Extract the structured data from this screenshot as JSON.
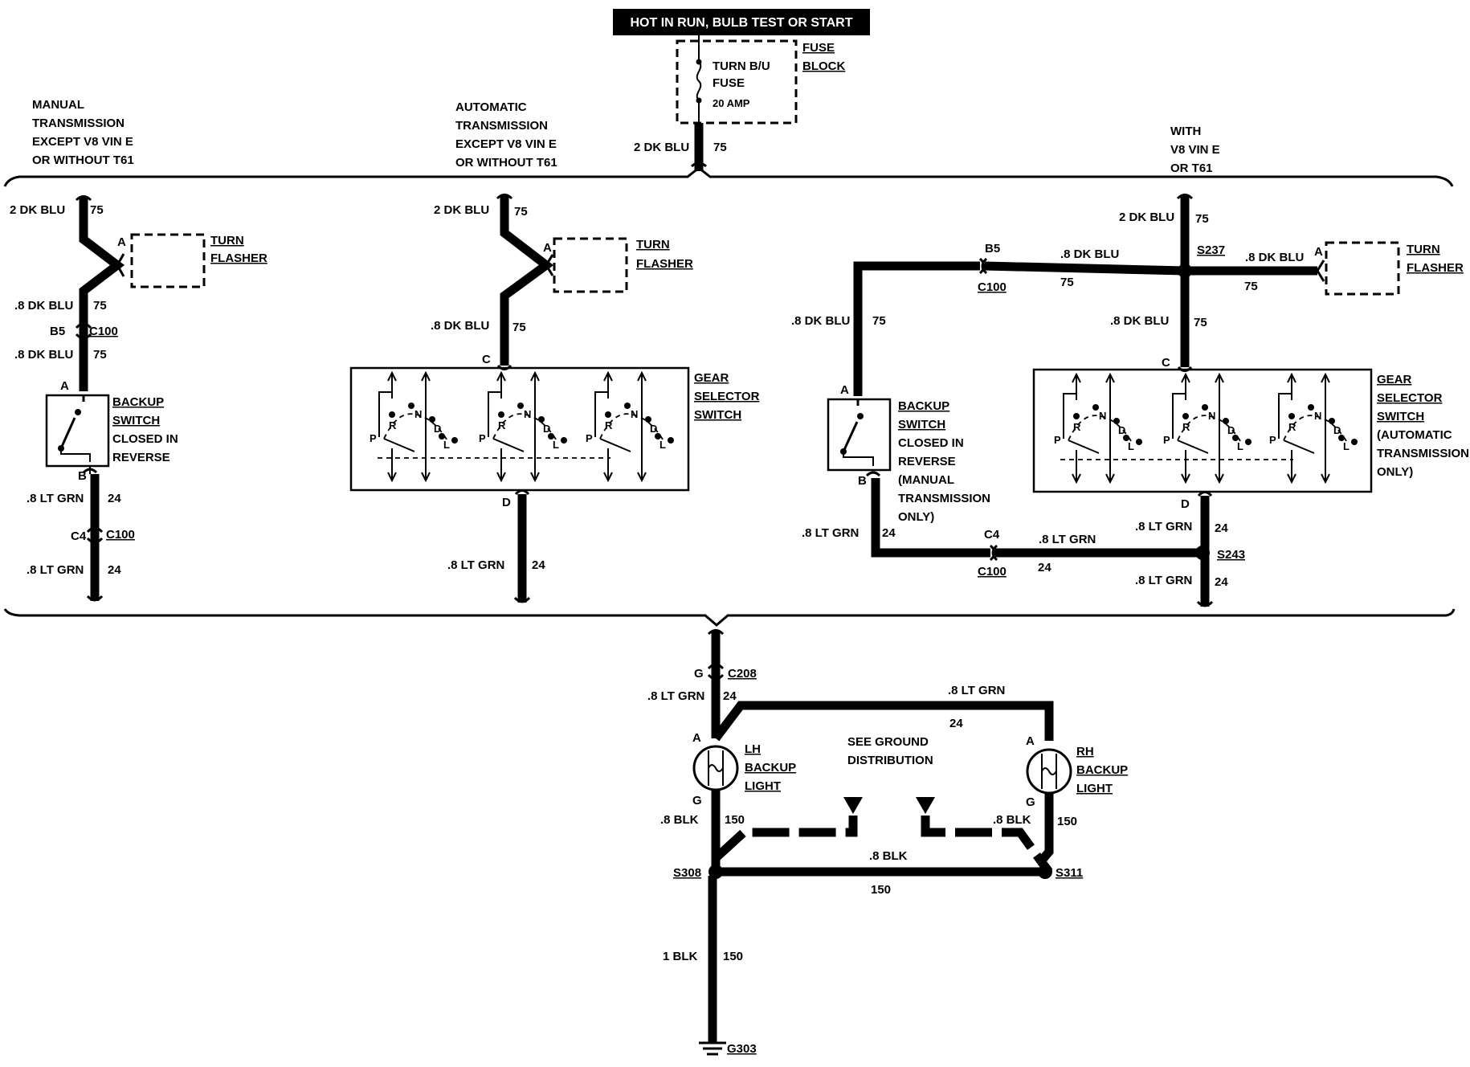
{
  "header": {
    "power_label": "HOT IN RUN,  BULB TEST OR START"
  },
  "fuse_block": {
    "title": [
      "FUSE",
      "BLOCK"
    ],
    "fuse_name": [
      "TURN B/U",
      "FUSE"
    ],
    "rating": "20 AMP"
  },
  "feed": {
    "wire": "2 DK BLU",
    "circuit": "75"
  },
  "sections": {
    "manual": {
      "title": [
        "MANUAL",
        "TRANSMISSION",
        "EXCEPT V8  VIN E",
        "OR WITHOUT T61"
      ],
      "top_wire": "2 DK BLU",
      "top_circuit": "75",
      "flasher_pin": "A",
      "flasher": [
        "TURN",
        "FLASHER"
      ],
      "wire_mid": ".8 DK BLU",
      "circuit_mid": "75",
      "conn_pin": "B5",
      "conn": "C100",
      "wire_low": ".8 DK BLU",
      "circuit_low": "75",
      "switch_in_pin": "A",
      "switch_out_pin": "B",
      "switch_label": [
        "BACKUP",
        "SWITCH",
        "CLOSED IN",
        "REVERSE"
      ],
      "out_wire": ".8 LT GRN",
      "out_circuit": "24",
      "conn2_pin": "C4",
      "conn2": "C100",
      "out_wire2": ".8 LT GRN",
      "out_circuit2": "24"
    },
    "automatic": {
      "title": [
        "AUTOMATIC",
        "TRANSMISSION",
        "EXCEPT V8 VIN E",
        "OR WITHOUT T61"
      ],
      "top_wire": "2 DK BLU",
      "top_circuit": "75",
      "flasher_pin": "A",
      "flasher": [
        "TURN",
        "FLASHER"
      ],
      "wire_mid": ".8 DK BLU",
      "circuit_mid": "75",
      "in_pin": "C",
      "out_pin": "D",
      "selector": [
        "GEAR",
        "SELECTOR",
        "SWITCH"
      ],
      "gears": [
        "P",
        "R",
        "N",
        "D",
        "L"
      ],
      "out_wire": ".8 LT GRN",
      "out_circuit": "24"
    },
    "v8": {
      "title": [
        "WITH",
        "V8 VIN E",
        "OR T61"
      ],
      "top_wire": "2 DK BLU",
      "top_circuit": "75",
      "splice_top": "S237",
      "left_conn_pin": "B5",
      "left_wire": ".8 DK BLU",
      "left_circuit": "75",
      "left_conn": "C100",
      "flasher_wire": ".8 DK BLU",
      "flasher_circuit": "75",
      "flasher_pin": "A",
      "flasher": [
        "TURN",
        "FLASHER"
      ],
      "down_left_wire": ".8 DK BLU",
      "down_left_circuit": "75",
      "down_right_wire": ".8 DK BLU",
      "down_right_circuit": "75",
      "switch_in_pin": "A",
      "switch_out_pin": "B",
      "switch_label": [
        "BACKUP",
        "SWITCH",
        "CLOSED IN",
        "REVERSE",
        "(MANUAL",
        "TRANSMISSION",
        "ONLY)"
      ],
      "selector_in_pin": "C",
      "selector_out_pin": "D",
      "selector": [
        "GEAR",
        "SELECTOR",
        "SWITCH",
        "(AUTOMATIC",
        "TRANSMISSION",
        "ONLY)"
      ],
      "gears": [
        "P",
        "R",
        "N",
        "D",
        "L"
      ],
      "sw_out_wire": ".8 LT GRN",
      "sw_out_circuit": "24",
      "conn_pin": "C4",
      "conn": "C100",
      "bottom_wire": ".8 LT GRN",
      "bottom_circuit": "24",
      "sel_out_wire": ".8 LT GRN",
      "sel_out_circuit": "24",
      "splice_bottom": "S243",
      "out_wire": ".8 LT GRN",
      "out_circuit": "24"
    }
  },
  "lights": {
    "conn_pin": "G",
    "conn": "C208",
    "feed_wire": ".8 LT GRN",
    "feed_circuit": "24",
    "cross_wire": ".8 LT GRN",
    "cross_circuit": "24",
    "lh_pin_a": "A",
    "lh_pin_g": "G",
    "lh": [
      "LH",
      "BACKUP",
      "LIGHT"
    ],
    "rh_pin_a": "A",
    "rh_pin_g": "G",
    "rh": [
      "RH",
      "BACKUP",
      "LIGHT"
    ],
    "note": [
      "SEE GROUND",
      "DISTRIBUTION"
    ],
    "lh_gnd_wire": ".8 BLK",
    "lh_gnd_circuit": "150",
    "rh_gnd_wire": ".8 BLK",
    "rh_gnd_circuit": "150",
    "bottom_wire": ".8 BLK",
    "bottom_circuit": "150",
    "splice_left": "S308",
    "splice_right": "S311",
    "main_gnd_wire": "1 BLK",
    "main_gnd_circuit": "150",
    "ground": "G303"
  }
}
